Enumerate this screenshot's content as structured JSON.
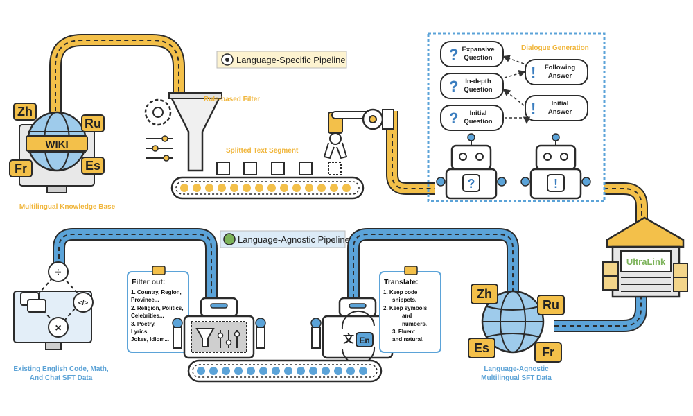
{
  "pipelines": {
    "specific": "Language-Specific Pipeline",
    "agnostic": "Language-Agnostic Pipeline"
  },
  "labels": {
    "knowledge_base": "Multilingual Knowledge Base",
    "rule_filter": "Rule-based Filter",
    "text_segment": "Splitted Text Segment",
    "dialogue_generation": "Dialogue Generation",
    "existing_data_line1": "Existing English Code, Math,",
    "existing_data_line2": "And Chat SFT Data",
    "agnostic_data_line1": "Language-Agnostic",
    "agnostic_data_line2": "Multilingual SFT Data"
  },
  "wiki": {
    "text": "WIKI",
    "langs": [
      "Zh",
      "Ru",
      "Fr",
      "Es"
    ]
  },
  "output_langs": [
    "Zh",
    "Ru",
    "Es",
    "Fr"
  ],
  "dialogue": {
    "expansive_question": [
      "Expansive",
      "Question"
    ],
    "indepth_question": [
      "In-depth",
      "Question"
    ],
    "initial_question": [
      "Initial",
      "Question"
    ],
    "following_answer": [
      "Following",
      "Answer"
    ],
    "initial_answer": [
      "Initial",
      "Answer"
    ]
  },
  "warehouse": "UltraLink",
  "filter_note": {
    "title": "Filter out:",
    "lines": [
      "1. Country, Region,",
      "Province...",
      "2. Religion, Politics,",
      "Celebrities...",
      "3. Poetry,",
      "Lyrics,",
      "Jokes, Idiom..."
    ]
  },
  "translate_note": {
    "title": "Translate:",
    "lines": [
      "1. Keep code",
      "snippets.",
      "2. Keep symbols",
      "and",
      "numbers.",
      "3. Fluent",
      "and natural."
    ]
  },
  "translate_icon": {
    "src": "文",
    "dst": "En"
  },
  "icons": {
    "divide": "÷",
    "code": "</>",
    "times": "×",
    "question": "?",
    "exclaim": "!"
  },
  "colors": {
    "yellow": "#f3c04a",
    "blue": "#5ba3d8",
    "outline": "#2b2b2b"
  }
}
